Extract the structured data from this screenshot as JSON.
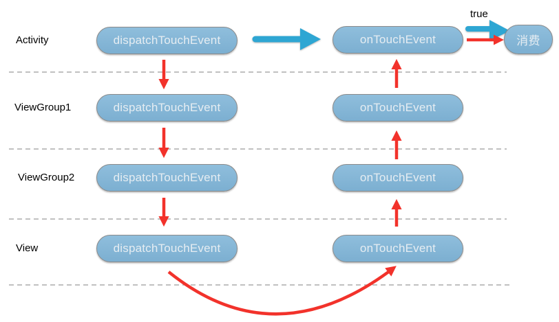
{
  "diagram": {
    "rows": [
      {
        "label": "Activity",
        "dispatch_label": "dispatchTouchEvent",
        "ontouch_label": "onTouchEvent"
      },
      {
        "label": "ViewGroup1",
        "dispatch_label": "dispatchTouchEvent",
        "ontouch_label": "onTouchEvent"
      },
      {
        "label": "ViewGroup2",
        "dispatch_label": "dispatchTouchEvent",
        "ontouch_label": "onTouchEvent"
      },
      {
        "label": "View",
        "dispatch_label": "dispatchTouchEvent",
        "ontouch_label": "onTouchEvent"
      }
    ],
    "result": {
      "condition_label": "true",
      "consume_label": "消费"
    },
    "edges": [
      {
        "from": "Activity.dispatchTouchEvent",
        "to": "Activity.onTouchEvent",
        "color": "blue",
        "style": "thick-straight"
      },
      {
        "from": "Activity.dispatchTouchEvent",
        "to": "ViewGroup1.dispatchTouchEvent",
        "color": "red",
        "style": "straight-down"
      },
      {
        "from": "ViewGroup1.dispatchTouchEvent",
        "to": "ViewGroup2.dispatchTouchEvent",
        "color": "red",
        "style": "straight-down"
      },
      {
        "from": "ViewGroup2.dispatchTouchEvent",
        "to": "View.dispatchTouchEvent",
        "color": "red",
        "style": "straight-down"
      },
      {
        "from": "View.dispatchTouchEvent",
        "to": "View.onTouchEvent",
        "color": "red",
        "style": "curved"
      },
      {
        "from": "View.onTouchEvent",
        "to": "ViewGroup2.onTouchEvent",
        "color": "red",
        "style": "straight-up"
      },
      {
        "from": "ViewGroup2.onTouchEvent",
        "to": "ViewGroup1.onTouchEvent",
        "color": "red",
        "style": "straight-up"
      },
      {
        "from": "ViewGroup1.onTouchEvent",
        "to": "Activity.onTouchEvent",
        "color": "red",
        "style": "straight-up"
      },
      {
        "from": "Activity.onTouchEvent",
        "to": "消费",
        "label": "true",
        "color": "blue",
        "style": "thick-straight"
      },
      {
        "from": "Activity.onTouchEvent",
        "to": "消费",
        "color": "red",
        "style": "straight-right"
      }
    ],
    "colors": {
      "pill_fill": "#85B7D7",
      "pill_border": "#8A8A8A",
      "pill_text": "#E6EDF2",
      "arrow_red": "#F2322B",
      "arrow_blue": "#2EA6D3",
      "divider_gray": "#ACACAC",
      "label_black": "#000000"
    }
  }
}
